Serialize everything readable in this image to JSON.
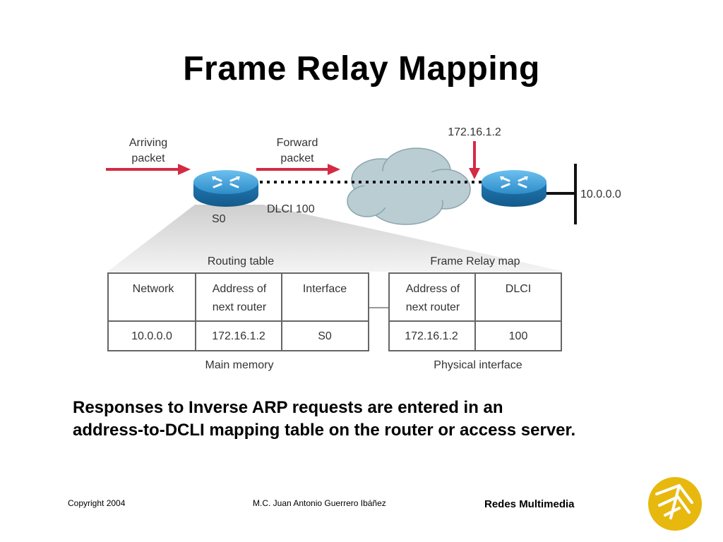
{
  "slide": {
    "title": "Frame Relay Mapping",
    "description_line1": "Responses to Inverse ARP requests are entered in an",
    "description_line2": "address-to-DCLI mapping table on the router or access server.",
    "footer": {
      "copyright": "Copyright 2004",
      "author": "M.C. Juan Antonio Guerrero Ibáñez",
      "brand": "Redes Multimedia"
    }
  },
  "diagram": {
    "arriving_packet_line1": "Arriving",
    "arriving_packet_line2": "packet",
    "forward_packet_line1": "Forward",
    "forward_packet_line2": "packet",
    "remote_ip": "172.16.1.2",
    "network_label": "10.0.0.0",
    "interface_label": "S0",
    "dlci_label": "DLCI 100",
    "routing_table": {
      "caption": "Routing table",
      "footer": "Main memory",
      "headers": [
        "Network",
        "Address of",
        "next router",
        "Interface"
      ],
      "row": [
        "10.0.0.0",
        "172.16.1.2",
        "S0"
      ]
    },
    "frame_relay_map": {
      "caption": "Frame Relay map",
      "footer": "Physical interface",
      "headers": [
        "Address of",
        "next router",
        "DLCI"
      ],
      "row": [
        "172.16.1.2",
        "100"
      ]
    }
  },
  "colors": {
    "arrow": "#d42a43",
    "router_blue": "#2d8dc9",
    "cloud": "#b9cdd3",
    "logo": "#e7b90f"
  }
}
